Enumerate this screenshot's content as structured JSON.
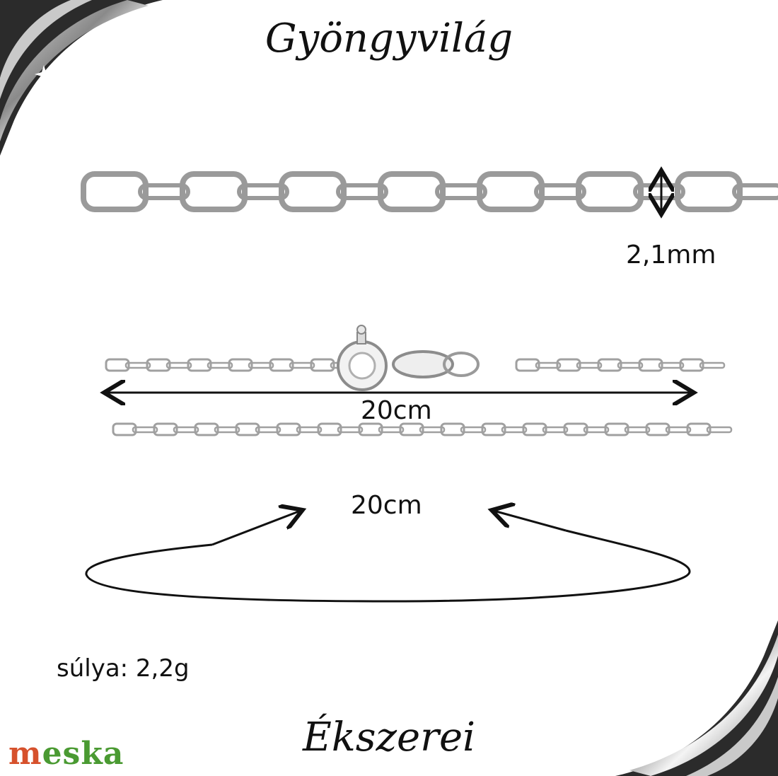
{
  "header": {
    "title": "Gyöngyvilág"
  },
  "footer": {
    "title": "Ékszerei"
  },
  "dimensions": {
    "link_width": "2,1mm",
    "length_top": "20cm",
    "length_loop": "20cm"
  },
  "weight": {
    "label": "súlya: 2,2g"
  },
  "brand": {
    "m": "m",
    "rest": "eska"
  },
  "colors": {
    "frame_dark": "#2a2a2a",
    "frame_silver": "#bdbdbd",
    "chain": "#9a9a9a",
    "brand_m": "#d6512c",
    "brand_rest": "#4a9a32"
  }
}
